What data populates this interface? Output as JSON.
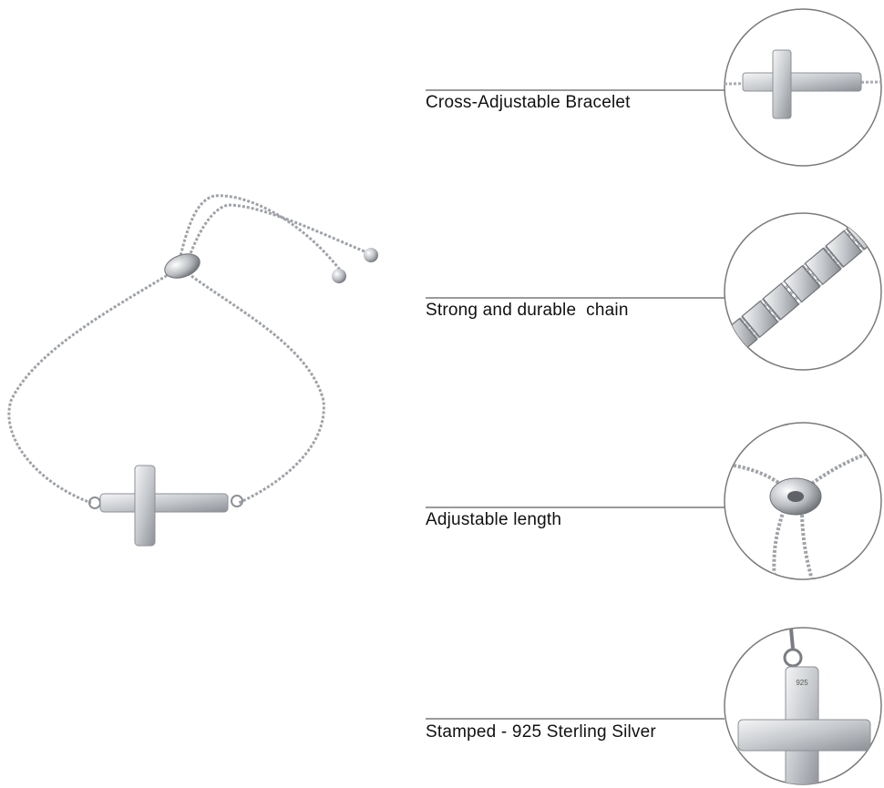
{
  "features": [
    {
      "label": "Cross-Adjustable Bracelet",
      "icon": "cross-detail-photo"
    },
    {
      "label": "Strong and durable  chain",
      "icon": "box-chain-detail-photo"
    },
    {
      "label": "Adjustable length",
      "icon": "slider-bead-detail-photo"
    },
    {
      "label": "Stamped - 925 Sterling Silver",
      "icon": "stamp-925-detail-photo",
      "stamp_text": "925"
    }
  ],
  "colors": {
    "line": "#9a9a9a",
    "circle": "#7a7a7a",
    "silver": "#c9ccd0",
    "silver_dark": "#8a8d92"
  }
}
